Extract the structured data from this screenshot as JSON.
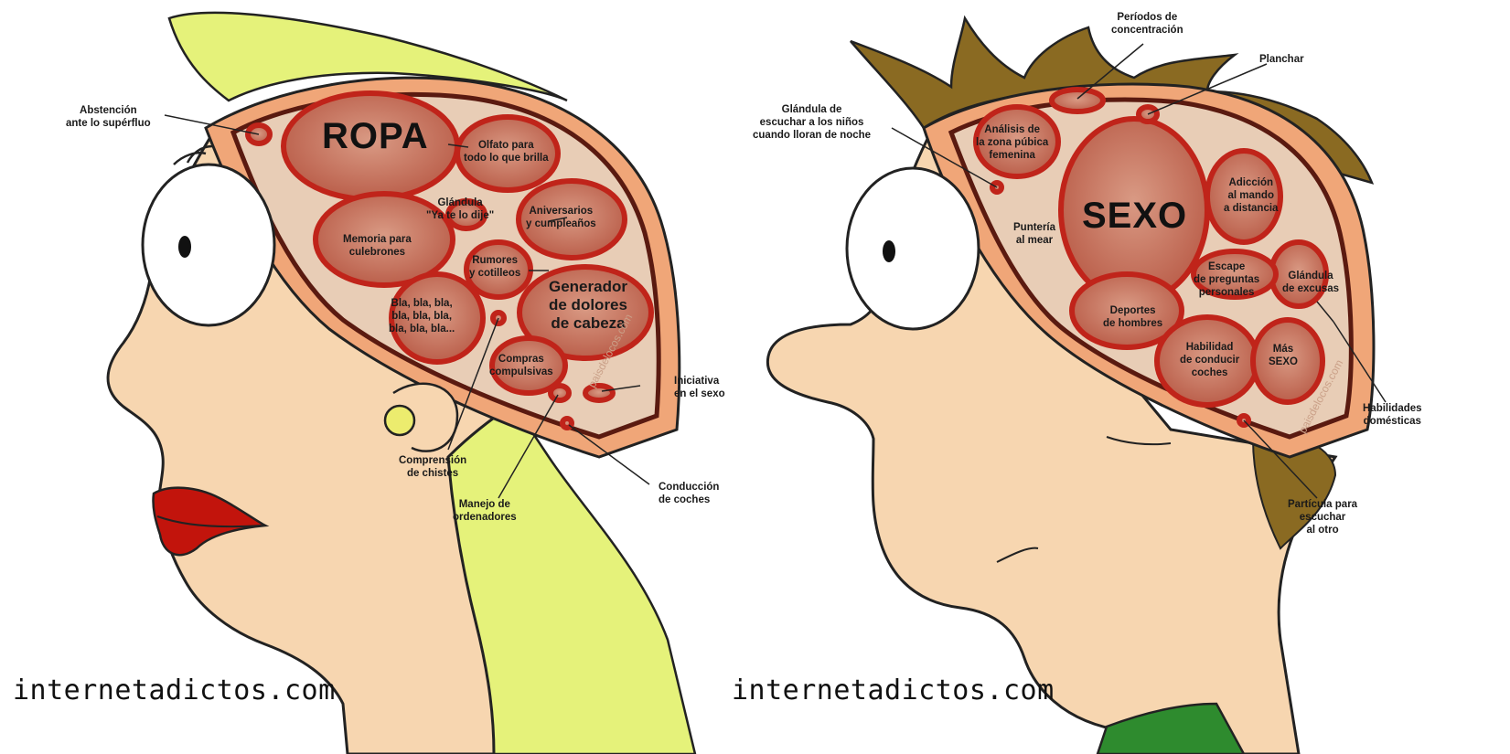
{
  "female": {
    "big_label": "ROPA",
    "labels": {
      "abstencion": "Abstención\nante lo supérfluo",
      "olfato": "Olfato para\ntodo lo que brilla",
      "glandula_ya": "Glándula\n\"Ya te lo dije\"",
      "aniversarios": "Aniversarios\ny cumpleaños",
      "memoria": "Memoria para\nculebrones",
      "rumores": "Rumores\ny cotilleos",
      "generador": "Generador\nde dolores\nde cabeza",
      "bla": "Bla, bla, bla,\nbla, bla, bla,\nbla, bla, bla...",
      "compras": "Compras\ncompulsivas",
      "iniciativa": "Iniciativa\nen el sexo",
      "comprension": "Comprensión\nde chistes",
      "manejo": "Manejo de\nordenadores",
      "conduccion": "Conducción\nde coches"
    },
    "site_watermark": "internetadictos.com",
    "vertical_watermark": "paisdelocos.com"
  },
  "male": {
    "big_label": "SEXO",
    "labels": {
      "periodos": "Períodos de\nconcentración",
      "planchar": "Planchar",
      "glandula_ninos": "Glándula de\nescuchar a los niños\ncuando lloran de noche",
      "analisis": "Análisis de\nla zona púbica\nfemenina",
      "adiccion": "Adicción\nal mando\na distancia",
      "punteria": "Puntería\nal mear",
      "escape": "Escape\nde preguntas\npersonales",
      "glandula_excusas": "Glándula\nde excusas",
      "deportes": "Deportes\nde hombres",
      "habilidad": "Habilidad\nde conducir\ncoches",
      "mas_sexo": "Más\nSEXO",
      "habilidades_dom": "Habilidades\ndomésticas",
      "particula": "Partícula para\nescuchar\nal otro"
    },
    "site_watermark": "internetadictos.com",
    "vertical_watermark": "paisdelocos.com"
  },
  "colors": {
    "skin": "#f7d6b0",
    "skin_shade": "#efc29a",
    "blonde": "#e5f27a",
    "brown_hair": "#8a6a22",
    "skull": "#f0a678",
    "brain_bg": "#e8cdb6",
    "lobe": "#c9705a",
    "lobe_outline": "#c0241a",
    "lips": "#c2140c",
    "earring": "#ecec6e",
    "shirt": "#2e8b2e"
  }
}
